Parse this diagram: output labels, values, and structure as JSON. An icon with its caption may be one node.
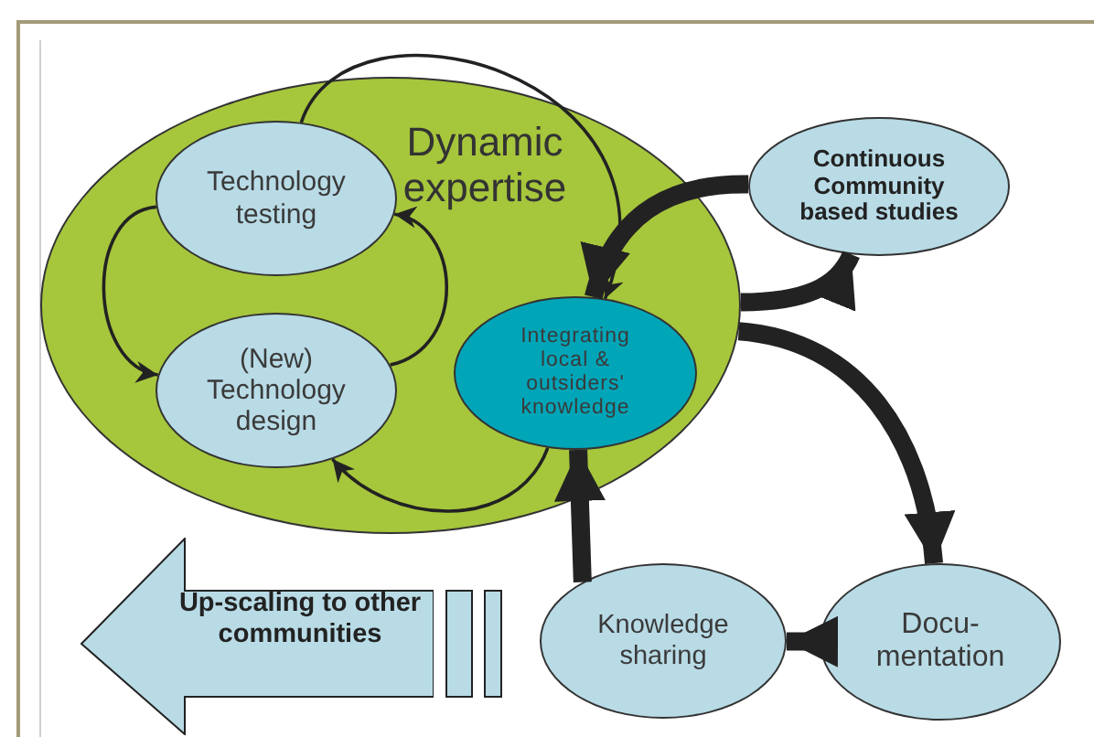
{
  "diagram": {
    "nodes": [
      {
        "text": [
          "Dynamic expertise"
        ]
      },
      {
        "text": [
          "Technology testing"
        ],
        "in": 0
      },
      {
        "text": [
          "(New) Technology design"
        ],
        "in": 0
      },
      {
        "text": [
          "Integrating local & outsiders' knowledge"
        ],
        "in": 0
      },
      {
        "text": [
          "Continuous Community based studies"
        ]
      },
      {
        "text": [
          "Docu- mentation"
        ]
      },
      {
        "text": [
          "Knowledge sharing"
        ]
      },
      {
        "text": [
          "Up-scaling to other communities"
        ]
      }
    ],
    "edges": [
      {
        "from": 1,
        "to": 2,
        "arrow": "to"
      },
      {
        "from": 2,
        "to": 1,
        "arrow": "to"
      },
      {
        "from": 1,
        "to": 3,
        "arrow": "to"
      },
      {
        "from": 3,
        "to": 2,
        "arrow": "to"
      },
      {
        "from": 4,
        "to": 3,
        "arrow": "to"
      },
      {
        "from": 0,
        "to": 4,
        "arrow": "to"
      },
      {
        "from": 0,
        "to": 5,
        "arrow": "to"
      },
      {
        "from": 5,
        "to": 6,
        "arrow": "to"
      },
      {
        "from": 6,
        "to": 3,
        "arrow": "to"
      }
    ]
  }
}
